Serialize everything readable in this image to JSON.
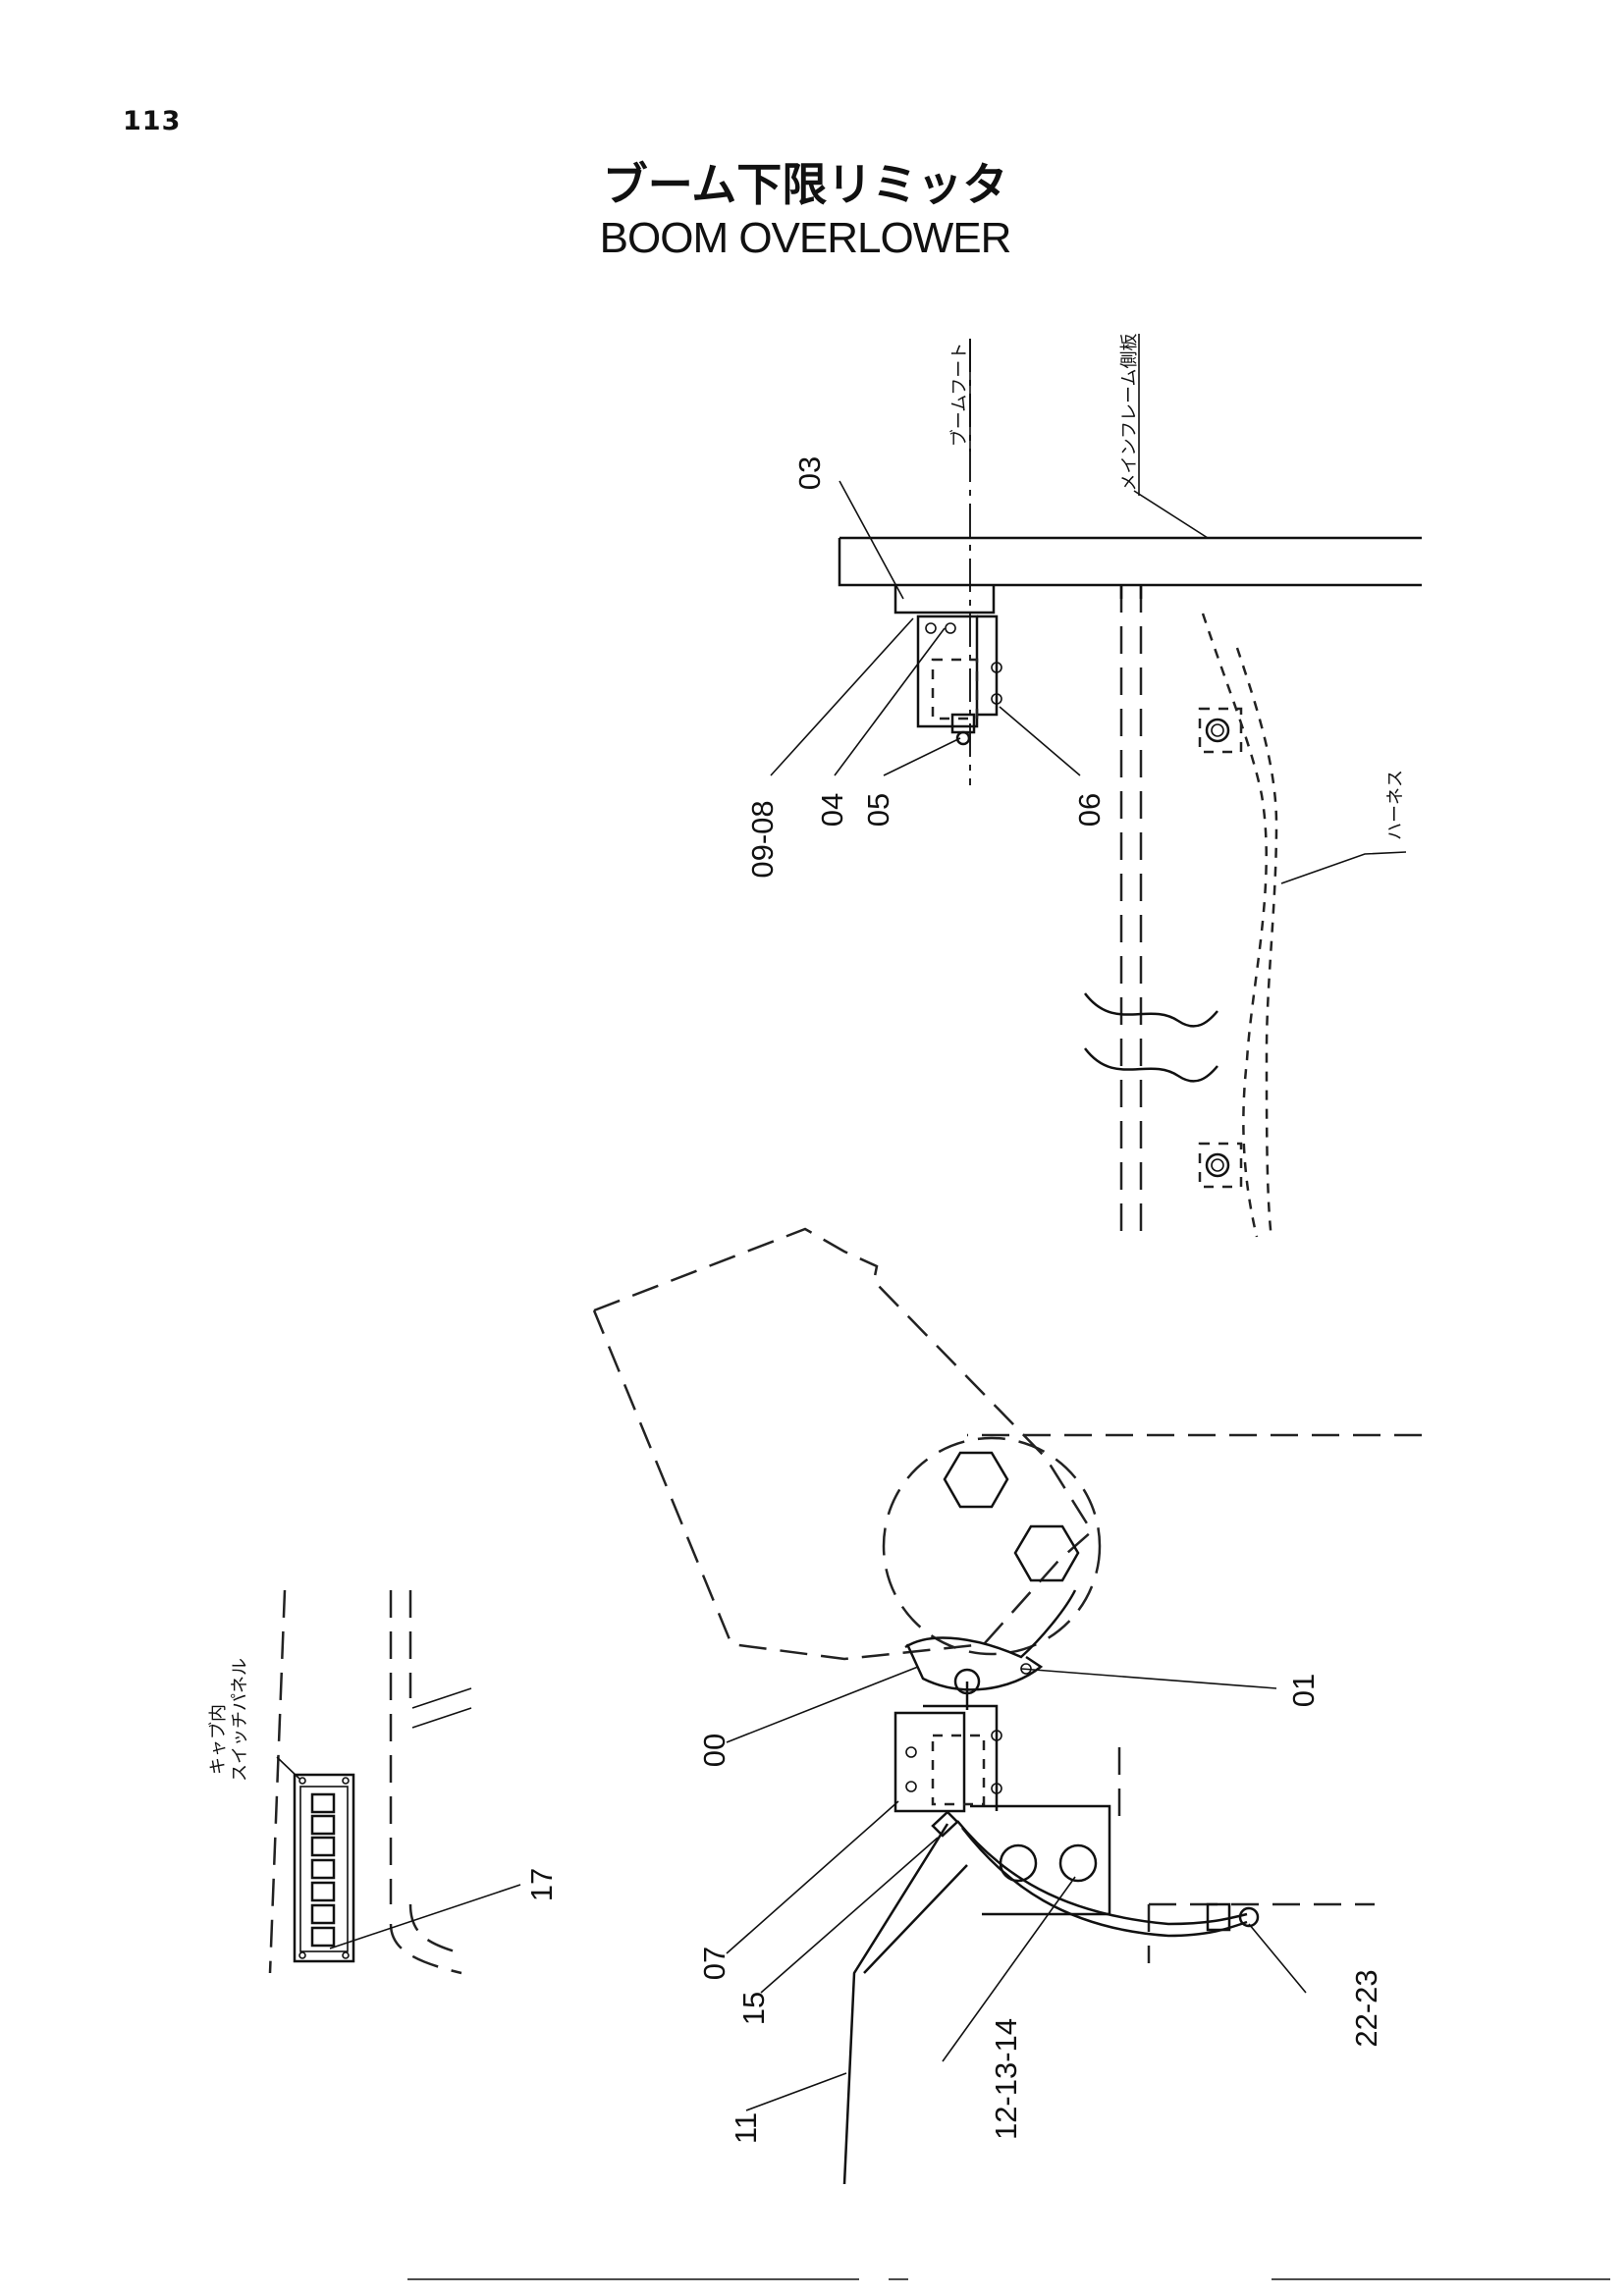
{
  "page_number": "113",
  "title": {
    "japanese": "ブーム下限リミッタ",
    "english": "BOOM OVERLOWER"
  },
  "notes": {
    "boom_foot": "ブームフート",
    "main_frame_side_plate": "メインフレーム側板",
    "harness": "ハーネス",
    "cab_line1": "キャブ内",
    "cab_line2": "スイッチパネル"
  },
  "parts": {
    "p03": "03",
    "p09_08": "09-08",
    "p04": "04",
    "p05": "05",
    "p06": "06",
    "p00": "00",
    "p01": "01",
    "p07": "07",
    "p15": "15",
    "p11": "11",
    "p12_14": "12-13-14",
    "p22_23": "22-23",
    "p17": "17"
  }
}
